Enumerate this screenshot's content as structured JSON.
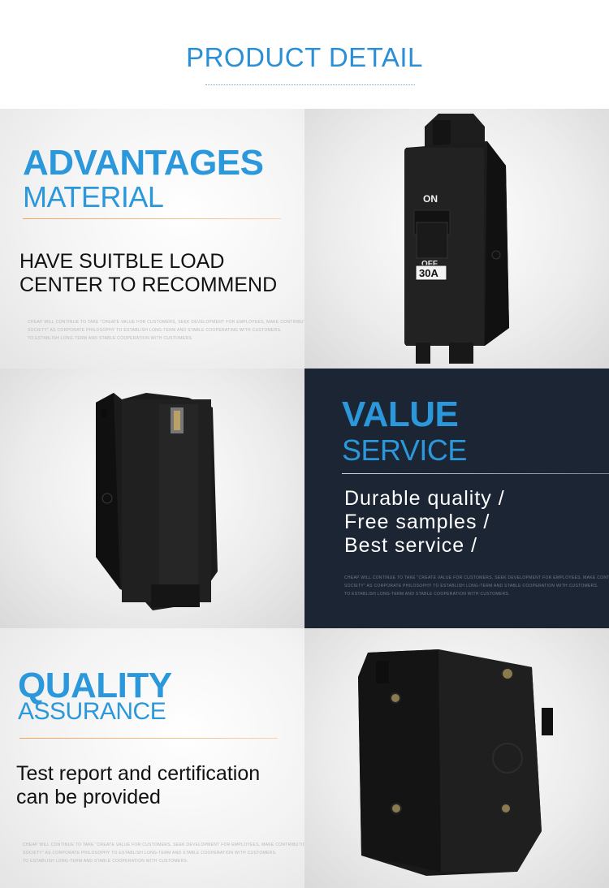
{
  "header": {
    "title": "PRODUCT DETAIL"
  },
  "section1": {
    "heading": "ADVANTAGES",
    "subheading": "MATERIAL",
    "body_lines": [
      "HAVE SUITBLE LOAD",
      "CENTER TO RECOMMEND"
    ],
    "fine_print": [
      "CHEAP WILL CONTINUE TO TAKE \"CREATE VALUE FOR CUSTOMERS, SEEK DEVELOPMENT FOR EMPLOYEES, MAKE CONTRIBUTION FOR",
      "SOCIETY\" AS CORPORATE PHILOSOPHY TO ESTABLISH LONG-TERM AND STABLE COOPERATING WITH CUSTOMERS.",
      "TO ESTABLISH LONG-TERM AND STABLE COOPERATION WITH CUSTOMERS."
    ],
    "breaker_labels": {
      "on": "ON",
      "off": "OFF",
      "rating": "30A"
    }
  },
  "section2": {
    "heading": "VALUE",
    "subheading": "SERVICE",
    "body_lines": [
      "Durable quality /",
      "Free samples /",
      "Best service /"
    ],
    "fine_print": [
      "CHEAP WILL CONTINUE TO TAKE \"CREATE VALUE FOR CUSTOMERS, SEEK DEVELOPMENT FOR EMPLOYEES, MAKE CONTRIBUTION FOR",
      "SOCIETY\" AS CORPORATE PHILOSOPHY TO ESTABLISH LONG-TERM AND STABLE COOPERATION WITH CUSTOMERS.",
      "TO ESTABLISH LONG-TERM AND STABLE COOPERATION WITH CUSTOMERS."
    ]
  },
  "section3": {
    "heading": "QUALITY",
    "subheading": "ASSURANCE",
    "body_lines": [
      "Test report and certification",
      "can be provided"
    ],
    "fine_print": [
      "CHEAP WILL CONTINUE TO TAKE \"CREATE VALUE FOR CUSTOMERS, SEEK DEVELOPMENT FOR EMPLOYEES, MAKE CONTRIBUTION FOR",
      "SOCIETY\" AS CORPORATE PHILOSOPHY TO ESTABLISH LONG-TERM AND STABLE COOPERATION WITH CUSTOMERS.",
      "TO ESTABLISH LONG-TERM AND STABLE COOPERATION WITH CUSTOMERS."
    ]
  },
  "colors": {
    "accent_blue": "#2b98dc",
    "accent_orange": "#f0a35a",
    "dark_panel": "#1b2533",
    "breaker_black": "#1a1a1a"
  }
}
